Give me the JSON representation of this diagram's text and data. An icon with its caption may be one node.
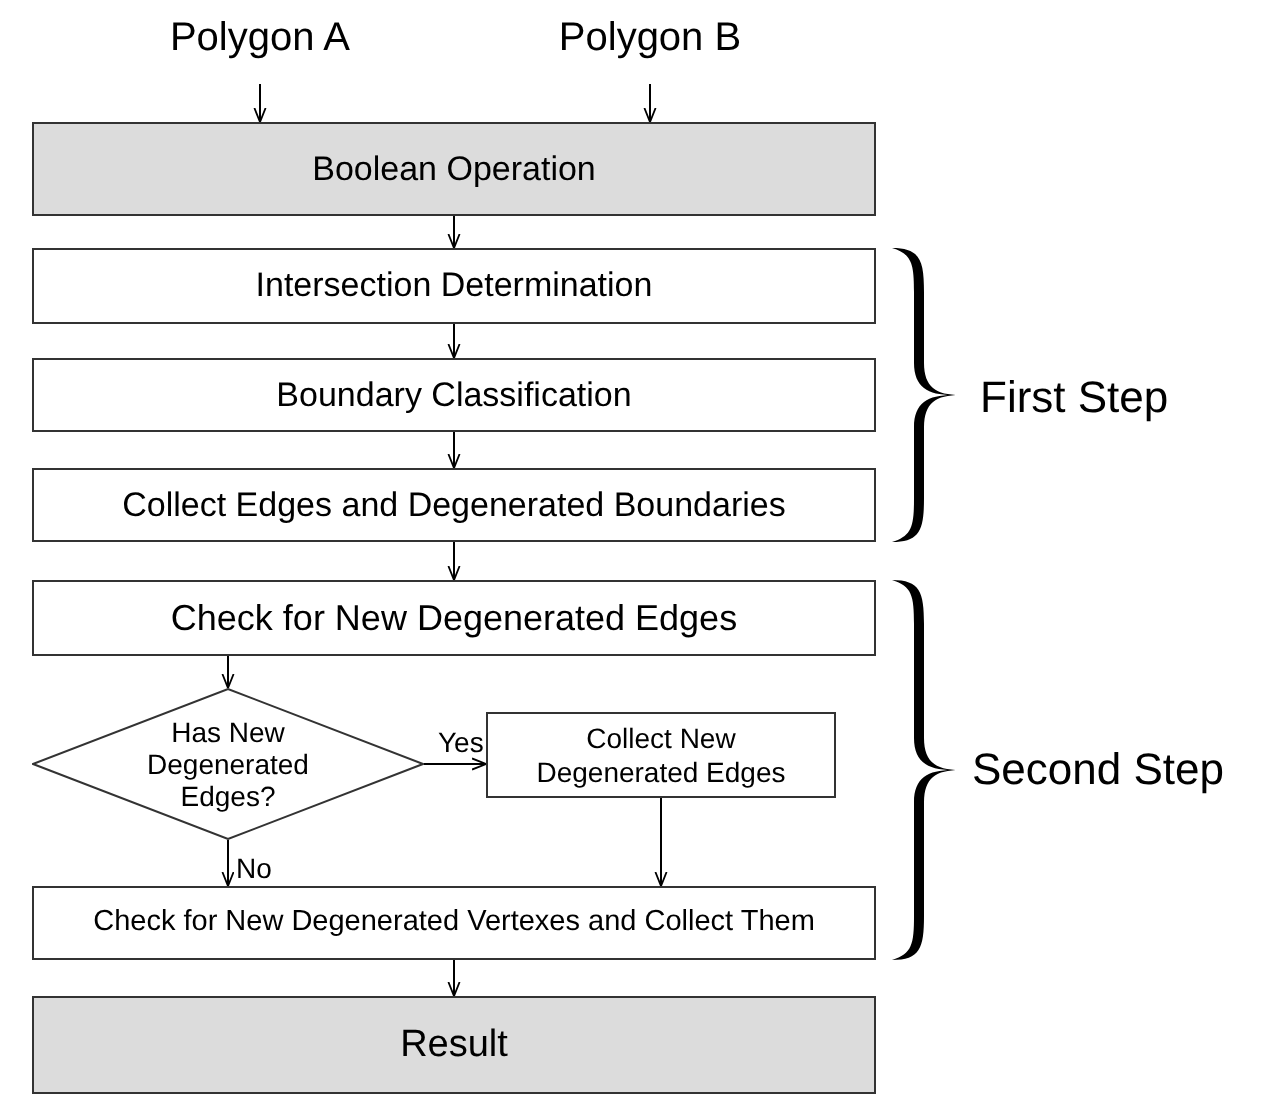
{
  "diagram": {
    "nodes": [
      {
        "text": [
          "Polygon A"
        ]
      },
      {
        "text": [
          "Polygon B"
        ]
      },
      {
        "text": [
          "Boolean Operation"
        ]
      },
      {
        "text": [
          "Intersection Determination"
        ]
      },
      {
        "text": [
          "Boundary Classification"
        ]
      },
      {
        "text": [
          "Collect Edges and Degenerated Boundaries"
        ]
      },
      {
        "text": [
          "Check for New Degenerated Edges"
        ]
      },
      {
        "text": [
          "Has New Degenerated Edges?"
        ]
      },
      {
        "text": [
          "Collect New Degenerated Edges"
        ]
      },
      {
        "text": [
          "Check for New Degenerated Vertexes and Collect Them"
        ]
      },
      {
        "text": [
          "Result"
        ]
      }
    ],
    "edges": [
      {
        "from": 0,
        "to": 2,
        "arrow": "to"
      },
      {
        "from": 1,
        "to": 2,
        "arrow": "to"
      },
      {
        "from": 2,
        "to": 3,
        "arrow": "to"
      },
      {
        "from": 3,
        "to": 4,
        "arrow": "to"
      },
      {
        "from": 4,
        "to": 5,
        "arrow": "to"
      },
      {
        "from": 5,
        "to": 6,
        "arrow": "to"
      },
      {
        "from": 6,
        "to": 7,
        "arrow": "to"
      },
      {
        "from": 7,
        "to": 8,
        "arrow": "to",
        "label": "Yes"
      },
      {
        "from": 7,
        "to": 9,
        "arrow": "to",
        "label": "No"
      },
      {
        "from": 8,
        "to": 9,
        "arrow": "to"
      },
      {
        "from": 9,
        "to": 10,
        "arrow": "to"
      }
    ],
    "labels": [
      "First Step",
      "Second Step"
    ]
  }
}
